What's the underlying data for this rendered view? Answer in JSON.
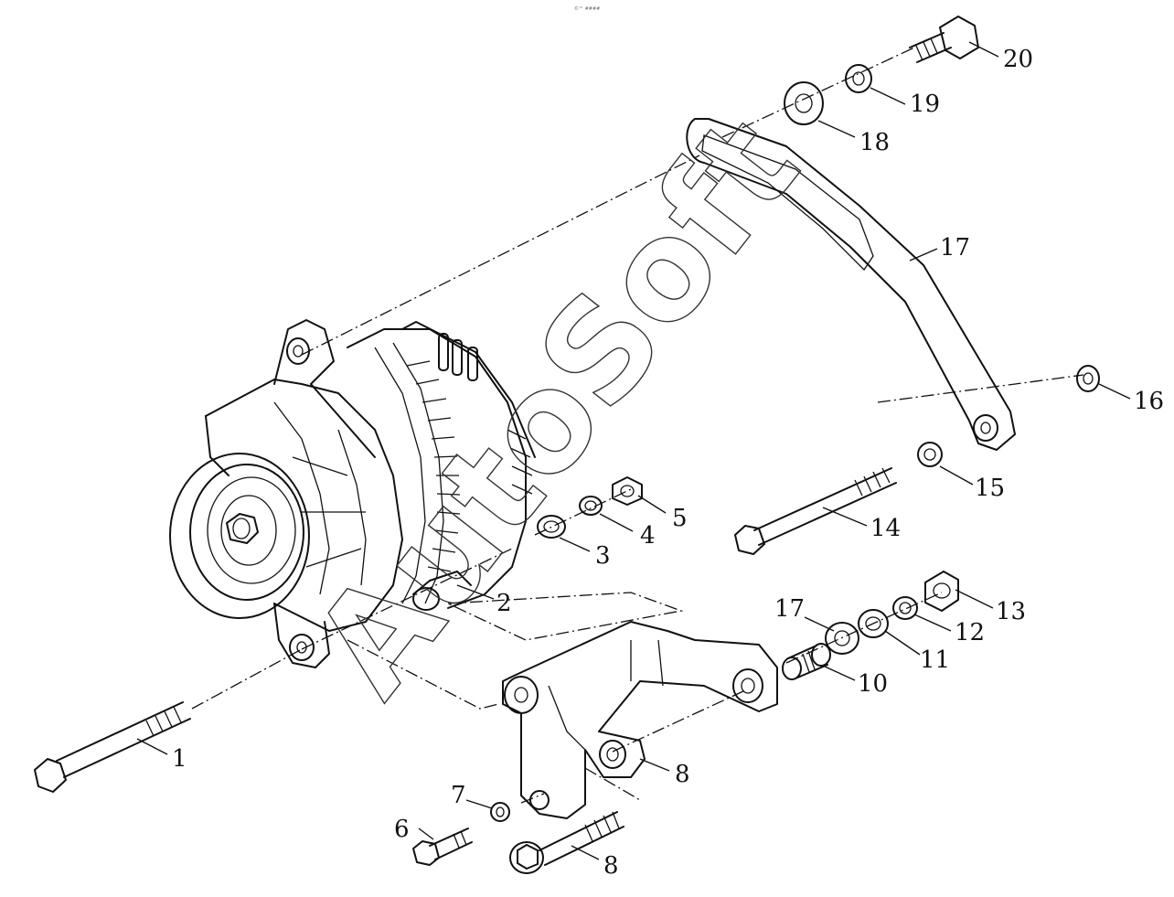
{
  "header_mark": "©™ ####",
  "watermark": {
    "text": "AutoSoft"
  },
  "callouts": [
    "1",
    "2",
    "3",
    "4",
    "5",
    "6",
    "7",
    "8",
    "8",
    "10",
    "11",
    "12",
    "13",
    "14",
    "15",
    "16",
    "17",
    "17",
    "18",
    "19",
    "20"
  ]
}
